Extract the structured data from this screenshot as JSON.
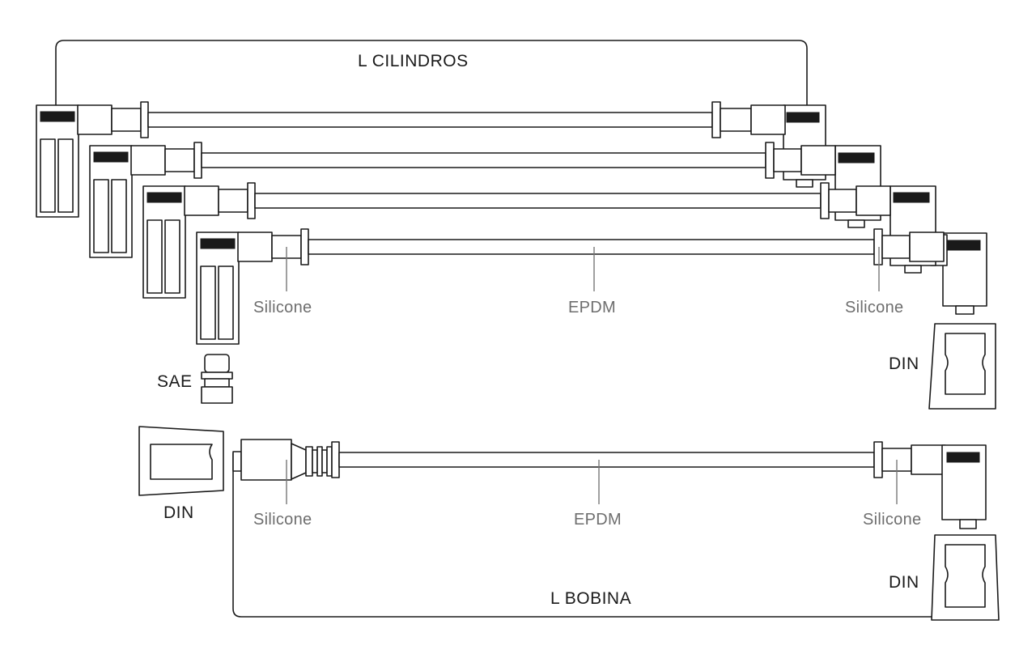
{
  "labels": {
    "l_cilindros": "L  CILINDROS",
    "l_bobina": "L  BOBINA",
    "sae": "SAE",
    "din_right_top": "DIN",
    "din_left": "DIN",
    "din_right_bottom": "DIN",
    "silicone_top_left": "Silicone",
    "epdm_top": "EPDM",
    "silicone_top_right": "Silicone",
    "silicone_bottom_left": "Silicone",
    "epdm_bottom": "EPDM",
    "silicone_bottom_right": "Silicone"
  }
}
